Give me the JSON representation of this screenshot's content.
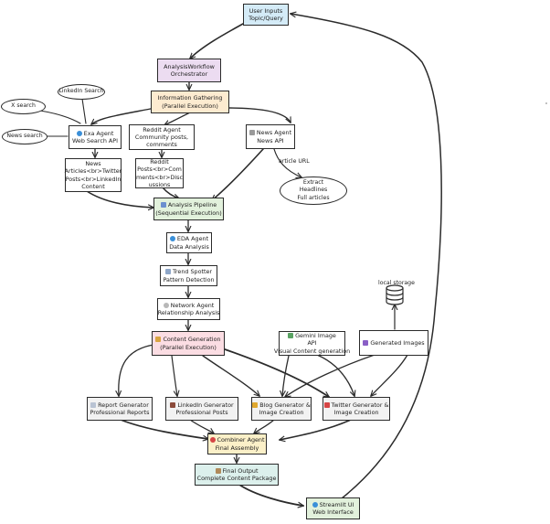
{
  "colors": {
    "stroke": "#2b2b2b",
    "user_inputs": "#d4ebf7",
    "orchestrator": "#ecdcf1",
    "information_gathering": "#fdebd0",
    "analysis_pipeline": "#e2f1dc",
    "content_generation": "#fbdde3",
    "combiner": "#fbf0c8",
    "final_output": "#dcf0ec",
    "streamlit": "#e2f1dc"
  },
  "nodes": {
    "user_inputs": [
      "User Inputs",
      "Topic/Query"
    ],
    "orchestrator": [
      "AnalysisWorkflow",
      "Orchestrator"
    ],
    "information_gathering": [
      "Information Gathering",
      "(Parallel Execution)"
    ],
    "exa_agent": [
      "Exa Agent",
      "Web Search API"
    ],
    "reddit_agent": [
      "Reddit Agent",
      "Community posts,",
      "comments"
    ],
    "news_agent": [
      "News Agent",
      "News API"
    ],
    "news_content": [
      "News",
      "Articles<br>Twitter",
      "Posts<br>LinkedIn",
      "Content"
    ],
    "reddit_content": [
      "Reddit",
      "Posts<br>Com",
      "ments<br>Disc",
      "ussions"
    ],
    "analysis_pipeline": [
      "Analysis Pipeline",
      "(Sequential Execution)"
    ],
    "eda_agent": [
      "EDA Agent",
      "Data Analysis"
    ],
    "trend_spotter": [
      "Trend Spotter",
      "Pattern Detection"
    ],
    "network_agent": [
      "Network Agent",
      "Relationship Analysis"
    ],
    "content_generation": [
      "Content Generation",
      "(Parallel Execution)"
    ],
    "gemini_api": [
      "Gemini Image",
      "API",
      "Visual Content generation"
    ],
    "generated_images": [
      "Generated Images"
    ],
    "report_generator": [
      "Report Generator",
      "Professional Reports"
    ],
    "linkedin_generator": [
      "LinkedIn Generator",
      "Professional Posts"
    ],
    "blog_generator": [
      "Blog Generator &",
      "Image Creation"
    ],
    "twitter_generator": [
      "Twitter Generator &",
      "Image Creation"
    ],
    "combiner_agent": [
      "Combiner Agent",
      "Final Assembly"
    ],
    "final_output": [
      "Final Output",
      "Complete Content Package"
    ],
    "streamlit_ui": [
      "Streamlit UI",
      "Web Interface"
    ]
  },
  "ellipses": {
    "x_search": [
      "X search"
    ],
    "linkedin_search": [
      "LinkedIn Search"
    ],
    "news_search": [
      "News search"
    ],
    "extract": [
      "Extract",
      "Headlines",
      "Full articles"
    ]
  },
  "labels": {
    "article_url": "article URL",
    "local_storage": "local storage"
  },
  "icons": {
    "exa_agent": "globe-icon",
    "news_agent": "newspaper-icon",
    "analysis_pipeline": "chart-icon",
    "eda_agent": "magnifier-icon",
    "trend_spotter": "trend-chart-icon",
    "network_agent": "network-icon",
    "content_generation": "pen-icon",
    "gemini_api": "image-icon",
    "generated_images": "images-icon",
    "report_generator": "document-icon",
    "linkedin_generator": "briefcase-icon",
    "blog_generator": "blog-icon",
    "twitter_generator": "bird-icon",
    "combiner_agent": "target-icon",
    "final_output": "package-icon",
    "streamlit_ui": "globe-icon",
    "local_storage": "database-icon"
  }
}
